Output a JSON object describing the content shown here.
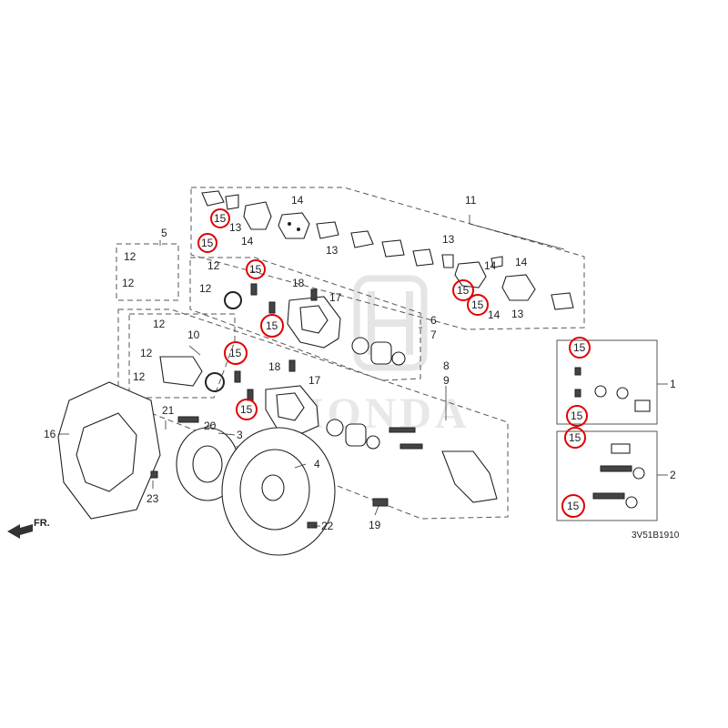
{
  "diagram": {
    "code": "3V51B1910",
    "direction_label": "FR.",
    "watermark": "HONDA",
    "callouts": {
      "n1": "1",
      "n2": "2",
      "n3": "3",
      "n4": "4",
      "n5": "5",
      "n6": "6",
      "n7": "7",
      "n8": "8",
      "n9": "9",
      "n10": "10",
      "n11": "11",
      "n12a": "12",
      "n12b": "12",
      "n12c": "12",
      "n12d": "12",
      "n12e": "12",
      "n12f": "12",
      "n12g": "12",
      "n13a": "13",
      "n13b": "13",
      "n13c": "13",
      "n13d": "13",
      "n14a": "14",
      "n14b": "14",
      "n14c": "14",
      "n14d": "14",
      "n14e": "14",
      "n16": "16",
      "n17a": "17",
      "n17b": "17",
      "n18a": "18",
      "n18b": "18",
      "n19": "19",
      "n20": "20",
      "n21": "21",
      "n22": "22",
      "n23": "23"
    },
    "highlighted": {
      "h1": "15",
      "h2": "15",
      "h3": "15",
      "h4": "15",
      "h5": "15",
      "h6": "15",
      "h7": "15",
      "h8": "15",
      "h9": "15",
      "h10": "15",
      "h11": "15",
      "h12": "15"
    },
    "highlight_color": "#e00000"
  }
}
